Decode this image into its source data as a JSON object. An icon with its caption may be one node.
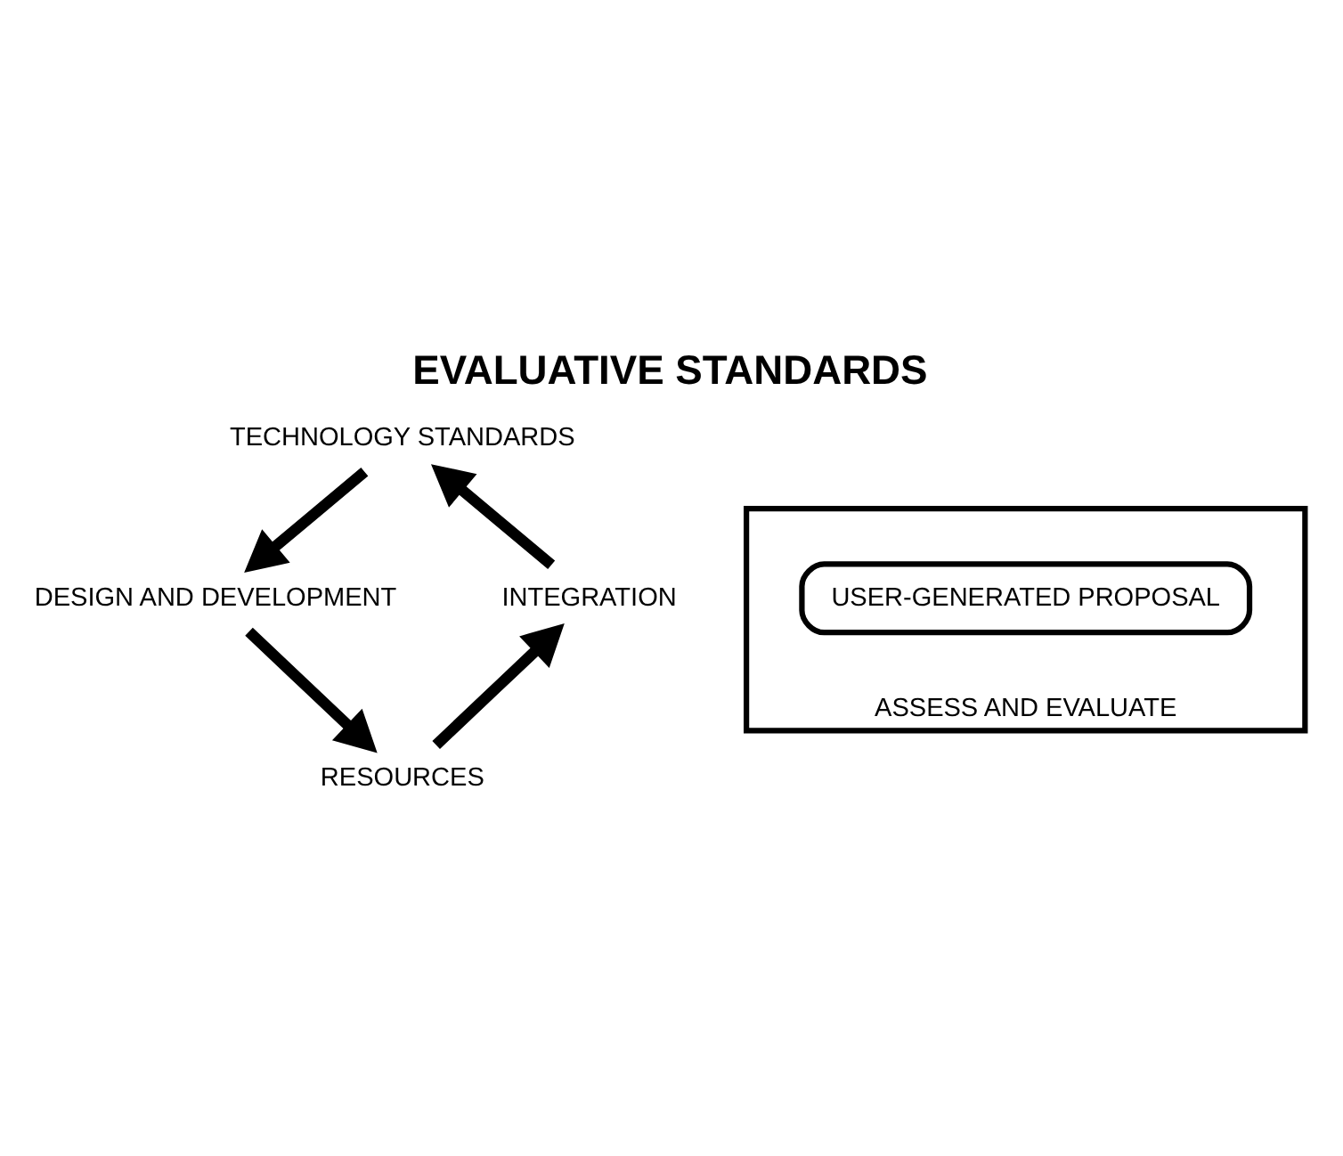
{
  "diagram": {
    "title": "EVALUATIVE STANDARDS",
    "nodes": [
      {
        "text": [
          "TECHNOLOGY STANDARDS"
        ]
      },
      {
        "text": [
          "INTEGRATION"
        ]
      },
      {
        "text": [
          "ASSESS AND EVALUATE"
        ]
      },
      {
        "text": [
          "USER-GENERATED PROPOSAL"
        ],
        "in": 2
      },
      {
        "text": [
          "DESIGN AND DEVELOPMENT"
        ]
      },
      {
        "text": [
          "RESOURCES"
        ]
      }
    ],
    "edges": [
      {
        "from": 0,
        "to": 4,
        "arrow": "to"
      },
      {
        "from": 4,
        "to": 5,
        "arrow": "to"
      },
      {
        "from": 5,
        "to": 1,
        "arrow": "to"
      },
      {
        "from": 1,
        "to": 0,
        "arrow": "to"
      }
    ]
  }
}
